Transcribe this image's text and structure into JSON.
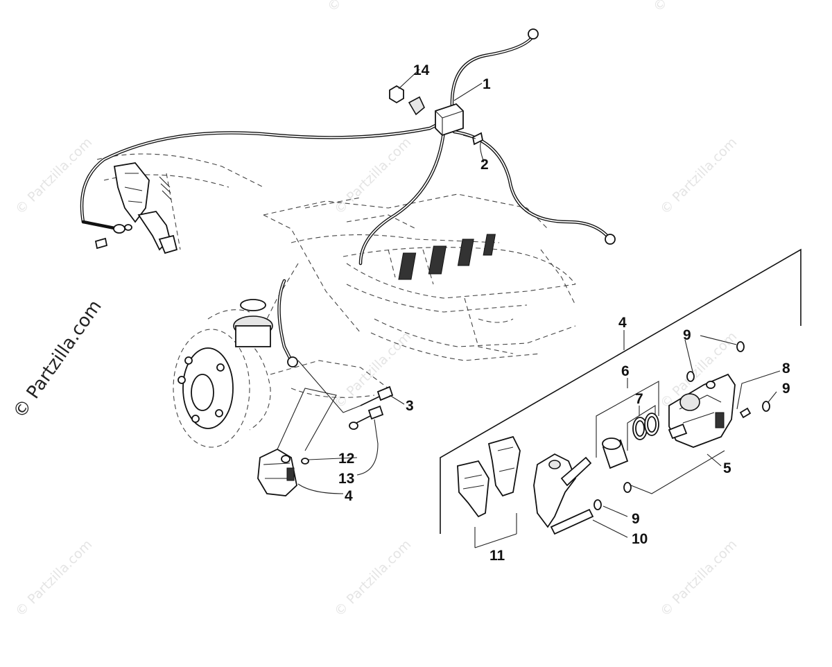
{
  "watermarks": {
    "brand_vertical": "© Partzilla.com",
    "tile_text": "© Partzilla.com"
  },
  "callouts": [
    {
      "key": "c14",
      "text": "14"
    },
    {
      "key": "c1",
      "text": "1"
    },
    {
      "key": "c2",
      "text": "2"
    },
    {
      "key": "c3",
      "text": "3"
    },
    {
      "key": "c4a",
      "text": "4"
    },
    {
      "key": "c4b",
      "text": "4"
    },
    {
      "key": "c5",
      "text": "5"
    },
    {
      "key": "c6",
      "text": "6"
    },
    {
      "key": "c7",
      "text": "7"
    },
    {
      "key": "c8",
      "text": "8"
    },
    {
      "key": "c9a",
      "text": "9"
    },
    {
      "key": "c9b",
      "text": "9"
    },
    {
      "key": "c9c",
      "text": "9"
    },
    {
      "key": "c10",
      "text": "10"
    },
    {
      "key": "c11",
      "text": "11"
    },
    {
      "key": "c12",
      "text": "12"
    },
    {
      "key": "c13",
      "text": "13"
    }
  ],
  "colors": {
    "line": "#111111",
    "background": "#ffffff",
    "watermark": "#cfcfcf"
  }
}
